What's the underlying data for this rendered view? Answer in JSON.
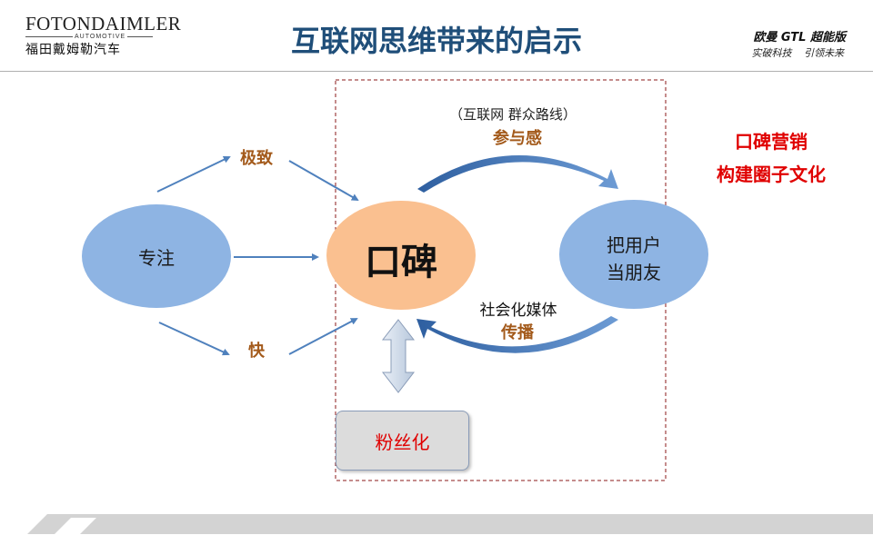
{
  "header": {
    "brand_en": "FOTONDAIMLER",
    "brand_sub": "AUTOMOTIVE",
    "brand_cn": "福田戴姆勒汽车",
    "title": "互联网思维带来的启示",
    "tagline_main": "欧曼 GTL 超能版",
    "tagline_sub": "实破科技 引领未来"
  },
  "diagram": {
    "node_focus": "专注",
    "node_wom": "口碑",
    "node_friend_line1": "把用户",
    "node_friend_line2": "当朋友",
    "label_extreme": "极致",
    "label_fast": "快",
    "label_top_note": "（互联网 群众路线）",
    "label_participation": "参与感",
    "label_social": "社会化媒体",
    "label_spread": "传播",
    "box_fans": "粉丝化",
    "side_line1": "口碑营销",
    "side_line2": "构建圈子文化"
  },
  "colors": {
    "title_blue": "#1f4e79",
    "node_blue": "#8eb4e3",
    "node_orange": "#fac090",
    "arrow_blue": "#4f81bd",
    "label_brown": "#a35a1b",
    "accent_red": "#e00000",
    "dashed_box": "#8b1a1a"
  }
}
